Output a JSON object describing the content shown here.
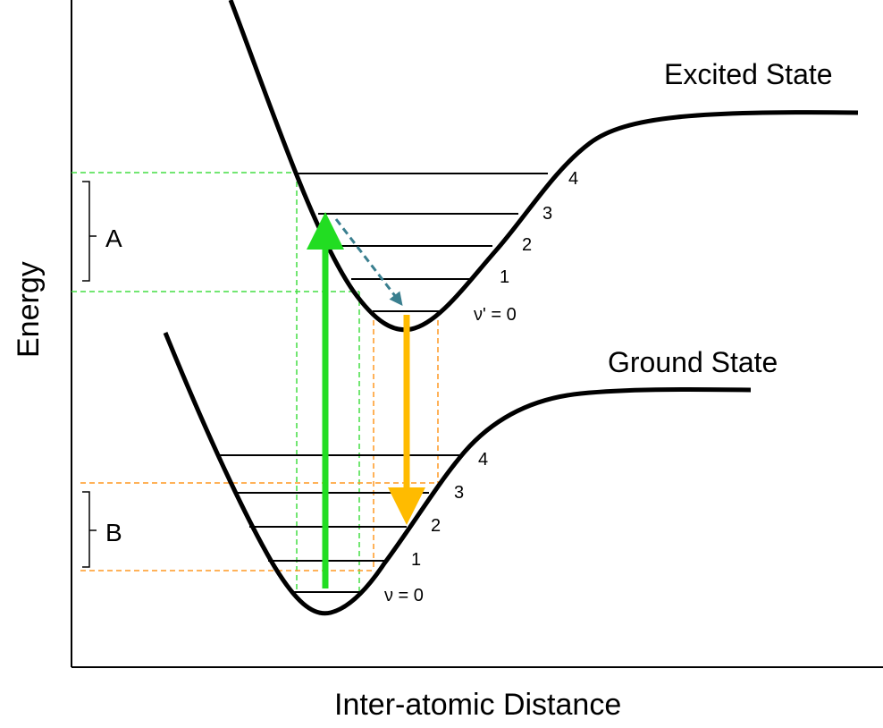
{
  "axes": {
    "y_label": "Energy",
    "x_label": "Inter-atomic Distance"
  },
  "states": {
    "excited": {
      "label": "Excited State",
      "levels": [
        "ν' = 0",
        "1",
        "2",
        "3",
        "4"
      ]
    },
    "ground": {
      "label": "Ground State",
      "levels": [
        "ν = 0",
        "1",
        "2",
        "3",
        "4"
      ]
    }
  },
  "brackets": {
    "a": "A",
    "b": "B"
  },
  "colors": {
    "absorption_arrow": "#22dd22",
    "emission_arrow": "#ffbb00",
    "relaxation_arrow": "#3a7f8f",
    "green_guides": "#44dd44",
    "orange_guides": "#ff9922",
    "curve": "#000000"
  }
}
